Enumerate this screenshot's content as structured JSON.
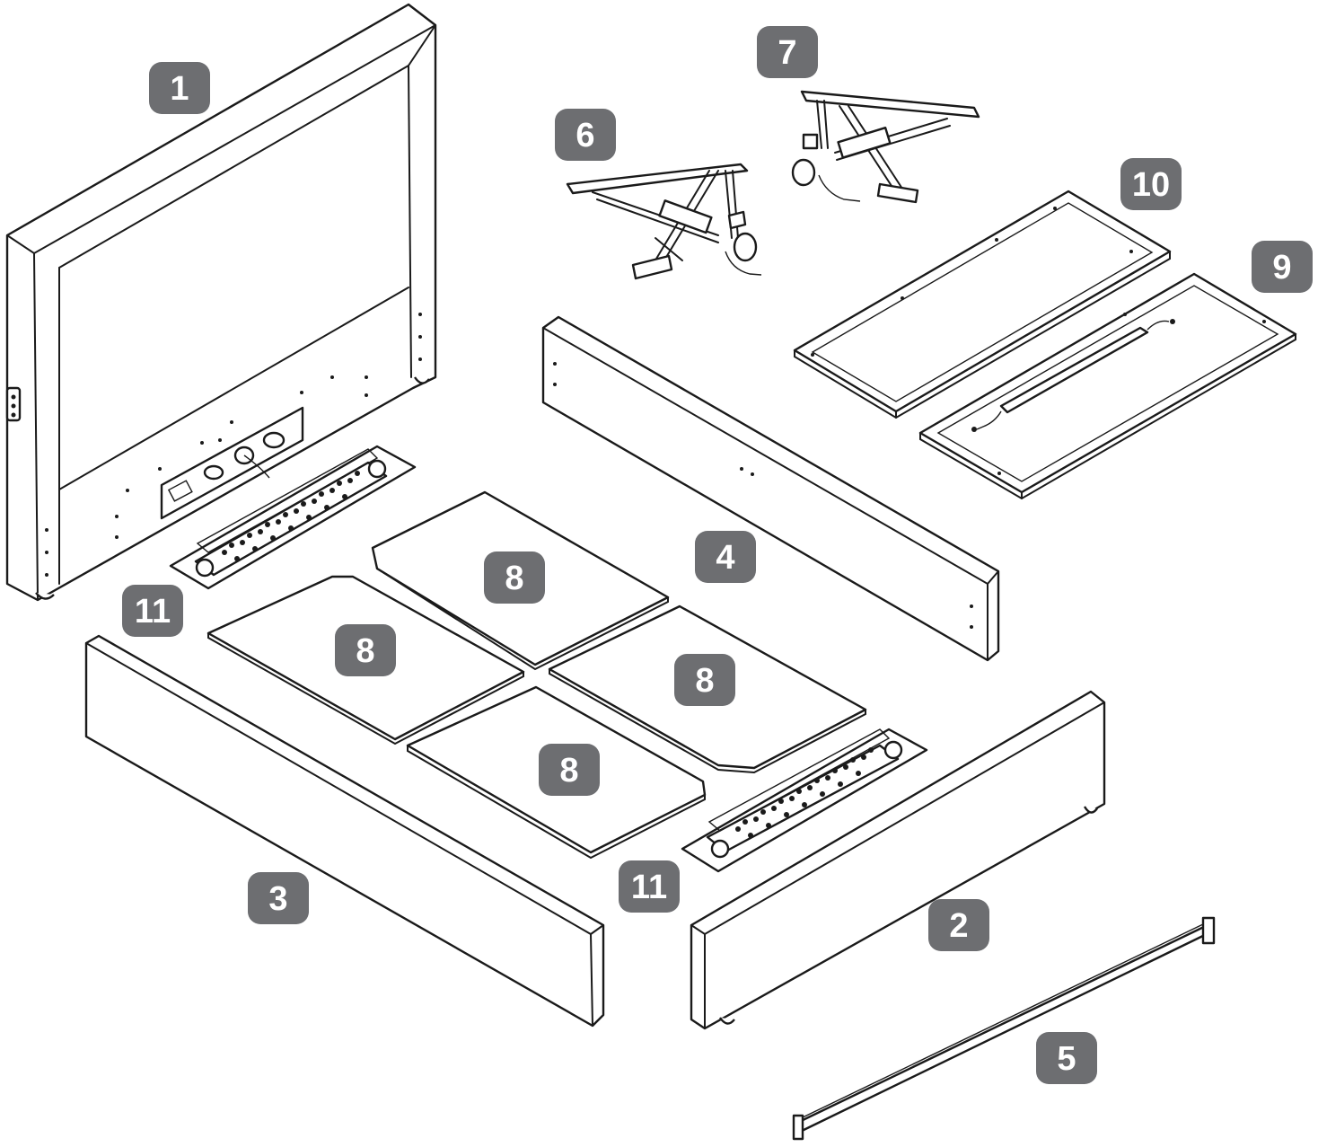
{
  "diagram": {
    "parts": [
      {
        "id": "headboard",
        "label": "1"
      },
      {
        "id": "footboard",
        "label": "2"
      },
      {
        "id": "side-rail-left",
        "label": "3"
      },
      {
        "id": "side-rail-right",
        "label": "4"
      },
      {
        "id": "center-rail",
        "label": "5"
      },
      {
        "id": "lift-mechanism-left",
        "label": "6"
      },
      {
        "id": "lift-mechanism-right",
        "label": "7"
      },
      {
        "id": "slat-panel-a",
        "label": "8"
      },
      {
        "id": "slat-panel-b",
        "label": "8"
      },
      {
        "id": "slat-panel-c",
        "label": "8"
      },
      {
        "id": "slat-panel-d",
        "label": "8"
      },
      {
        "id": "lid-frame-lighted",
        "label": "9"
      },
      {
        "id": "lid-frame",
        "label": "10"
      },
      {
        "id": "vent-plate-top",
        "label": "11"
      },
      {
        "id": "vent-plate-bottom",
        "label": "11"
      }
    ],
    "colors": {
      "badge": "#6d6e71",
      "badge_text": "#ffffff",
      "line": "#1a1a1a",
      "background": "#ffffff"
    }
  }
}
